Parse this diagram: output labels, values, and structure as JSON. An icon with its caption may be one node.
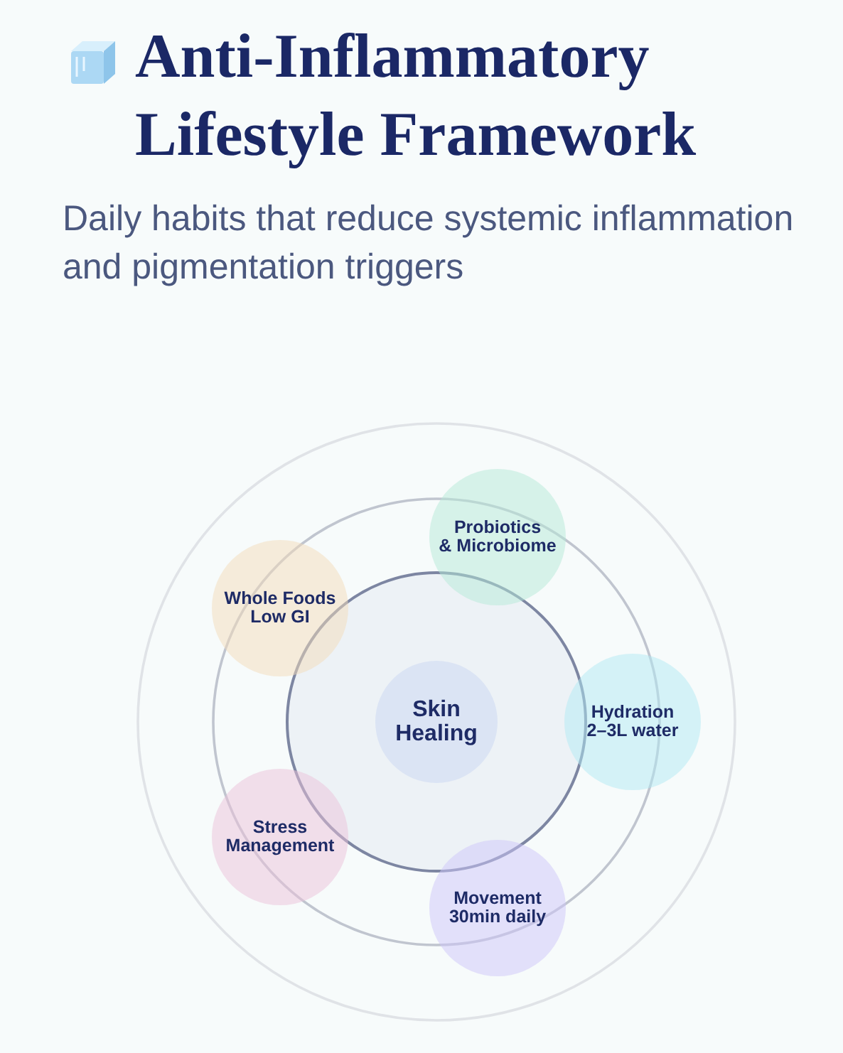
{
  "diagram": {
    "title": "Anti-Inflammatory Lifestyle Framework",
    "nodes": [
      {
        "text": [
          "Probiotics & Microbiome"
        ]
      },
      {
        "text": [
          "Whole Foods Low GI"
        ]
      },
      {
        "text": [
          "Skin Healing"
        ]
      },
      {
        "text": [
          "Hydration 2–3L water"
        ]
      },
      {
        "text": [
          "Stress Management"
        ]
      },
      {
        "text": [
          "Movement 30min daily"
        ]
      }
    ],
    "labels": [
      "Daily habits that reduce systemic inflammation and pigmentation triggers"
    ]
  }
}
